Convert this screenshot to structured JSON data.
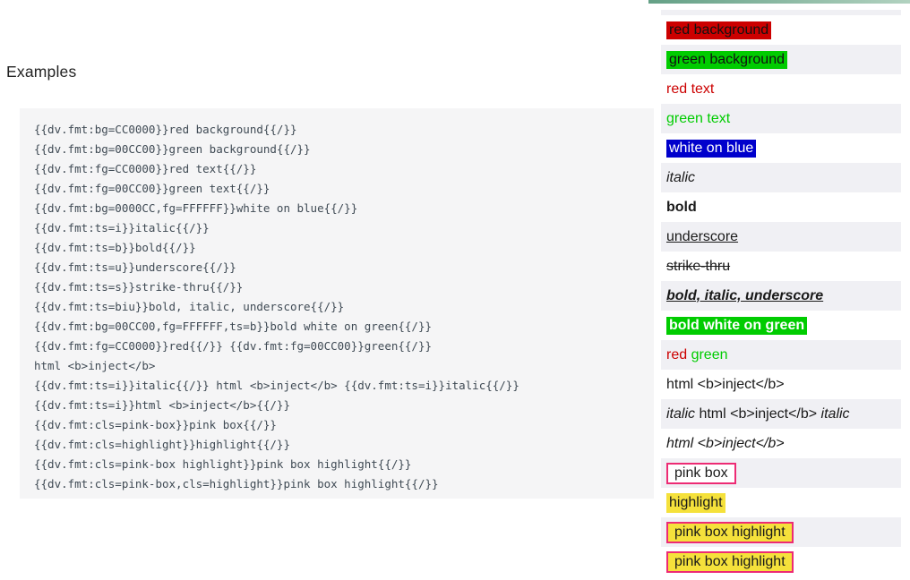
{
  "left": {
    "heading": "Examples",
    "code_block": {
      "lines": [
        "{{dv.fmt:bg=CC0000}}red background{{/}}",
        "{{dv.fmt:bg=00CC00}}green background{{/}}",
        "{{dv.fmt:fg=CC0000}}red text{{/}}",
        "{{dv.fmt:fg=00CC00}}green text{{/}}",
        "{{dv.fmt:bg=0000CC,fg=FFFFFF}}white on blue{{/}}",
        "{{dv.fmt:ts=i}}italic{{/}}",
        "{{dv.fmt:ts=b}}bold{{/}}",
        "{{dv.fmt:ts=u}}underscore{{/}}",
        "{{dv.fmt:ts=s}}strike-thru{{/}}",
        "{{dv.fmt:ts=biu}}bold, italic, underscore{{/}}",
        "{{dv.fmt:bg=00CC00,fg=FFFFFF,ts=b}}bold white on green{{/}}",
        "{{dv.fmt:fg=CC0000}}red{{/}} {{dv.fmt:fg=00CC00}}green{{/}}",
        "html <b>inject</b>",
        "{{dv.fmt:ts=i}}italic{{/}} html <b>inject</b> {{dv.fmt:ts=i}}italic{{/}}",
        "{{dv.fmt:ts=i}}html <b>inject</b>{{/}}",
        "{{dv.fmt:cls=pink-box}}pink box{{/}}",
        "{{dv.fmt:cls=highlight}}highlight{{/}}",
        "{{dv.fmt:cls=pink-box highlight}}pink box highlight{{/}}",
        "{{dv.fmt:cls=pink-box,cls=highlight}}pink box highlight{{/}}"
      ]
    }
  },
  "right": {
    "rows": [
      {
        "name": "red-background",
        "parts": [
          {
            "text": "red background",
            "cls": "bg-red"
          }
        ]
      },
      {
        "name": "green-background",
        "parts": [
          {
            "text": "green background",
            "cls": "bg-green"
          }
        ]
      },
      {
        "name": "red-text",
        "parts": [
          {
            "text": "red text",
            "cls": "fg-red"
          }
        ]
      },
      {
        "name": "green-text",
        "parts": [
          {
            "text": "green text",
            "cls": "fg-green"
          }
        ]
      },
      {
        "name": "white-on-blue",
        "parts": [
          {
            "text": "white on blue",
            "cls": "bg-blue"
          }
        ]
      },
      {
        "name": "italic",
        "parts": [
          {
            "text": "italic",
            "cls": "it"
          }
        ]
      },
      {
        "name": "bold",
        "parts": [
          {
            "text": "bold",
            "cls": "b"
          }
        ]
      },
      {
        "name": "underscore",
        "parts": [
          {
            "text": "underscore",
            "cls": "u"
          }
        ]
      },
      {
        "name": "strike-thru",
        "parts": [
          {
            "text": "strike-thru",
            "cls": "s"
          }
        ]
      },
      {
        "name": "bold-italic-underscore",
        "parts": [
          {
            "text": "bold, italic, underscore",
            "cls": "b it u"
          }
        ]
      },
      {
        "name": "bold-white-on-green",
        "parts": [
          {
            "text": "bold white on green",
            "cls": "bg-green fg-white b"
          }
        ]
      },
      {
        "name": "red-green",
        "parts": [
          {
            "text": "red",
            "cls": "fg-red"
          },
          {
            "text": " ",
            "cls": ""
          },
          {
            "text": "green",
            "cls": "fg-green"
          }
        ]
      },
      {
        "name": "html-inject",
        "parts": [
          {
            "text": "html <b>inject</b>",
            "cls": ""
          }
        ]
      },
      {
        "name": "italic-html-inject-italic",
        "parts": [
          {
            "text": "italic",
            "cls": "it"
          },
          {
            "text": " html <b>inject</b> ",
            "cls": ""
          },
          {
            "text": "italic",
            "cls": "it"
          }
        ]
      },
      {
        "name": "html-inject-all-italic",
        "parts": [
          {
            "text": "html <b>inject</b>",
            "cls": "it"
          }
        ]
      },
      {
        "name": "pink-box",
        "parts": [
          {
            "text": "pink box",
            "cls": "pink-box"
          }
        ]
      },
      {
        "name": "highlight",
        "parts": [
          {
            "text": "highlight",
            "cls": "highlight"
          }
        ]
      },
      {
        "name": "pink-box-highlight-1",
        "parts": [
          {
            "text": "pink box highlight",
            "cls": "pink-box highlight"
          }
        ]
      },
      {
        "name": "pink-box-highlight-2",
        "parts": [
          {
            "text": "pink box highlight",
            "cls": "pink-box highlight"
          }
        ]
      }
    ]
  },
  "colors": {
    "red": "#CC0000",
    "green": "#00CC00",
    "blue": "#0000CC",
    "white": "#FFFFFF",
    "highlight_yellow": "#F5E13B",
    "pink_box_border": "#ED2B74",
    "zebra_row": "#F0F0F4",
    "code_background": "#F5F5F6",
    "code_text": "#3F4A54",
    "accent_bar_start": "#64A086",
    "accent_bar_end": "#B2D2C0"
  }
}
